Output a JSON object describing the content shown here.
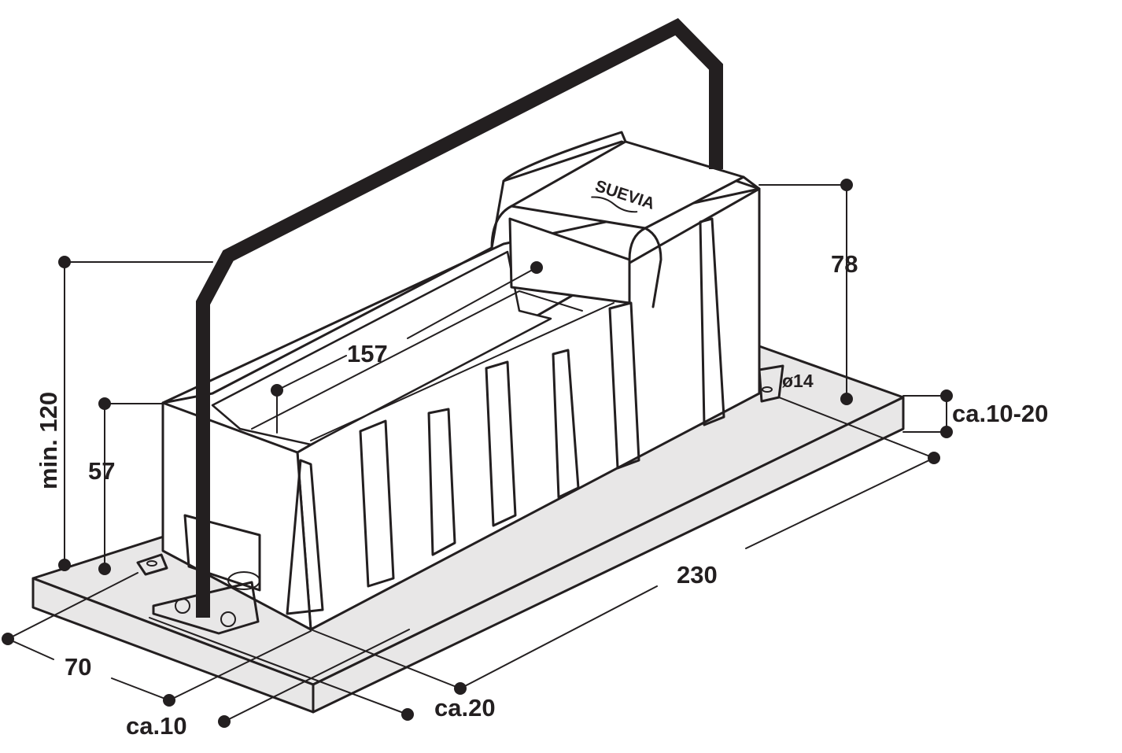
{
  "brand": "SUEVIA",
  "dimensions": {
    "min_height": "min. 120",
    "inner_length": "157",
    "bowl_height": "78",
    "front_height": "57",
    "hole_diameter": "ø14",
    "plate_thickness": "ca.10-20",
    "overall_length": "230",
    "width": "70",
    "edge_offset_front": "ca.10",
    "edge_offset_side": "ca.20"
  },
  "colors": {
    "line": "#231f20",
    "base_fill": "#e8e7e7",
    "body_fill": "#ffffff"
  }
}
